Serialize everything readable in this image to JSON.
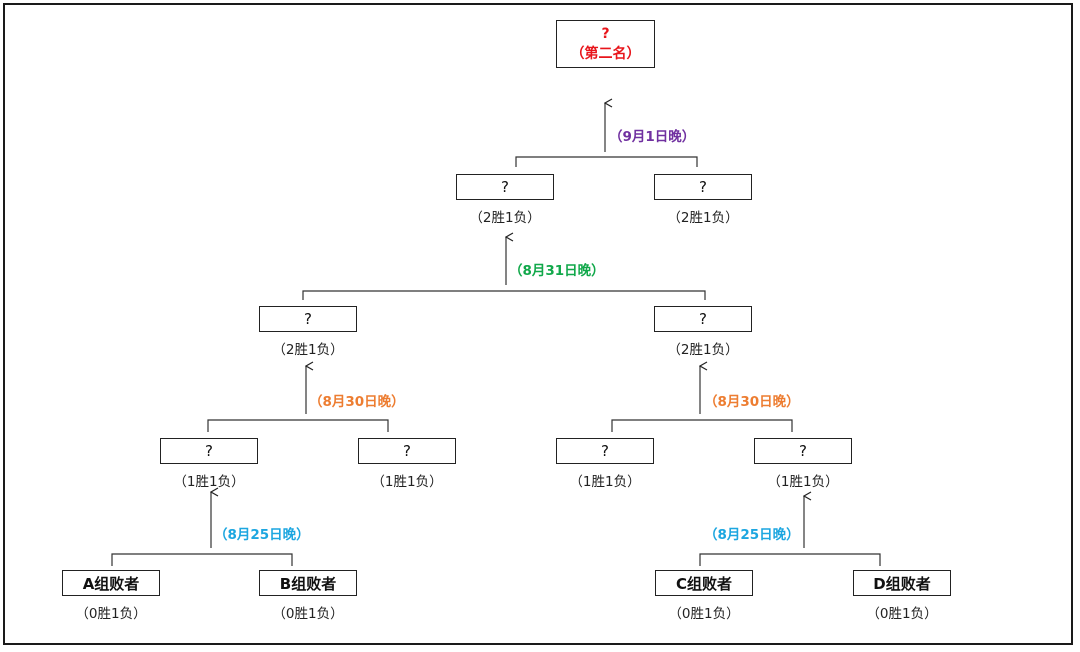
{
  "colors": {
    "final": "#e8151b",
    "round_sep1": "#7030a0",
    "round_aug31": "#11a84a",
    "round_aug30": "#ed7d31",
    "round_aug25": "#1ca6e0"
  },
  "final": {
    "name": "?",
    "label": "（第二名）"
  },
  "dates": {
    "sep1": "（9月1日晚）",
    "aug31": "（8月31日晚）",
    "aug30_left": "（8月30日晚）",
    "aug30_right": "（8月30日晚）",
    "aug25_left": "（8月25日晚）",
    "aug25_right": "（8月25日晚）"
  },
  "level4": [
    {
      "name": "?",
      "record": "（2胜1负）"
    },
    {
      "name": "?",
      "record": "（2胜1负）"
    }
  ],
  "level3": [
    {
      "name": "?",
      "record": "（2胜1负）"
    },
    {
      "name": "?",
      "record": "（2胜1负）"
    }
  ],
  "level2": [
    {
      "name": "?",
      "record": "（1胜1负）"
    },
    {
      "name": "?",
      "record": "（1胜1负）"
    },
    {
      "name": "?",
      "record": "（1胜1负）"
    },
    {
      "name": "?",
      "record": "（1胜1负）"
    }
  ],
  "level1": [
    {
      "name": "A组败者",
      "record": "（0胜1负）"
    },
    {
      "name": "B组败者",
      "record": "（0胜1负）"
    },
    {
      "name": "C组败者",
      "record": "（0胜1负）"
    },
    {
      "name": "D组败者",
      "record": "（0胜1负）"
    }
  ]
}
